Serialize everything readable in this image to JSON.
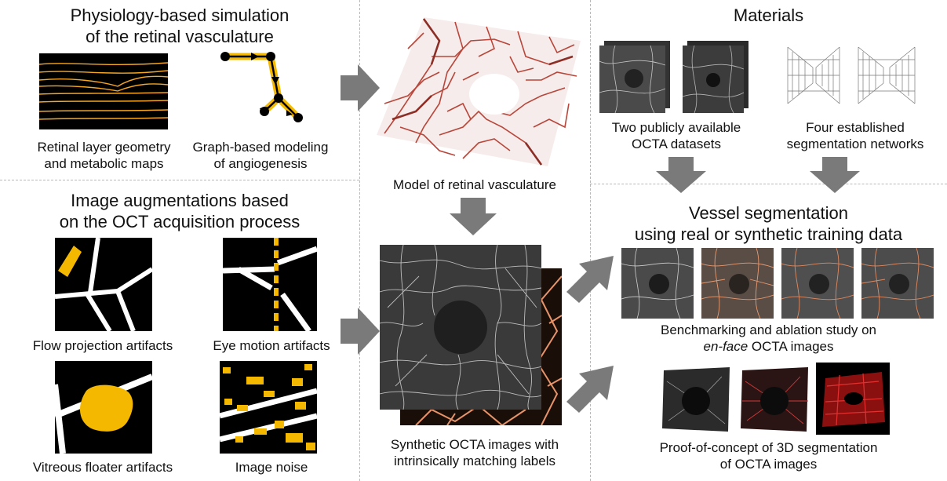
{
  "sections": {
    "simulation_title": [
      "Physiology-based simulation",
      "of the retinal vasculature"
    ],
    "retinal_layer_caption": [
      "Retinal layer geometry",
      "and metabolic maps"
    ],
    "graph_caption": [
      "Graph-based modeling",
      "of angiogenesis"
    ],
    "augmentation_title": [
      "Image augmentations based",
      "on the OCT acquisition process"
    ],
    "flow_caption": "Flow projection artifacts",
    "motion_caption": "Eye motion artifacts",
    "floater_caption": "Vitreous floater artifacts",
    "noise_caption": "Image noise",
    "model_caption": "Model of retinal vasculature",
    "synthetic_caption": [
      "Synthetic OCTA images with",
      "intrinsically matching labels"
    ],
    "materials_title": "Materials",
    "datasets_caption": [
      "Two publicly available",
      "OCTA datasets"
    ],
    "networks_caption": [
      "Four established",
      "segmentation networks"
    ],
    "segmentation_title": [
      "Vessel segmentation",
      "using real or synthetic training data"
    ],
    "benchmark_caption_line1": "Benchmarking and ablation study on",
    "benchmark_caption_line2_italic": "en-face",
    "benchmark_caption_line2_rest": " OCTA images",
    "proof_caption": [
      "Proof-of-concept of 3D segmentation",
      "of OCTA images"
    ]
  },
  "colors": {
    "arrow": "#7a7a7a",
    "amber": "#f5b800",
    "vessel_red": "#b8463a",
    "divider": "#b9b9b9"
  }
}
